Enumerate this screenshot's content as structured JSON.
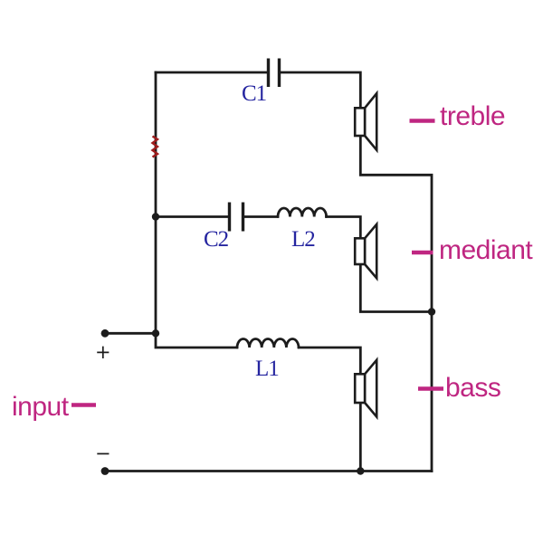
{
  "colors": {
    "background": "#ffffff",
    "wire": "#1c1c1c",
    "component_label": "#2525a0",
    "callout_label": "#bf2681",
    "polarity_mark": "#9e1c1c"
  },
  "components": {
    "c1": {
      "label": "C1"
    },
    "c2": {
      "label": "C2"
    },
    "l1": {
      "label": "L1"
    },
    "l2": {
      "label": "L2"
    }
  },
  "speakers": {
    "treble": {
      "label": "treble"
    },
    "mediant": {
      "label": "mediant"
    },
    "bass": {
      "label": "bass"
    }
  },
  "input": {
    "label": "input",
    "plus": "+",
    "minus": "−"
  }
}
